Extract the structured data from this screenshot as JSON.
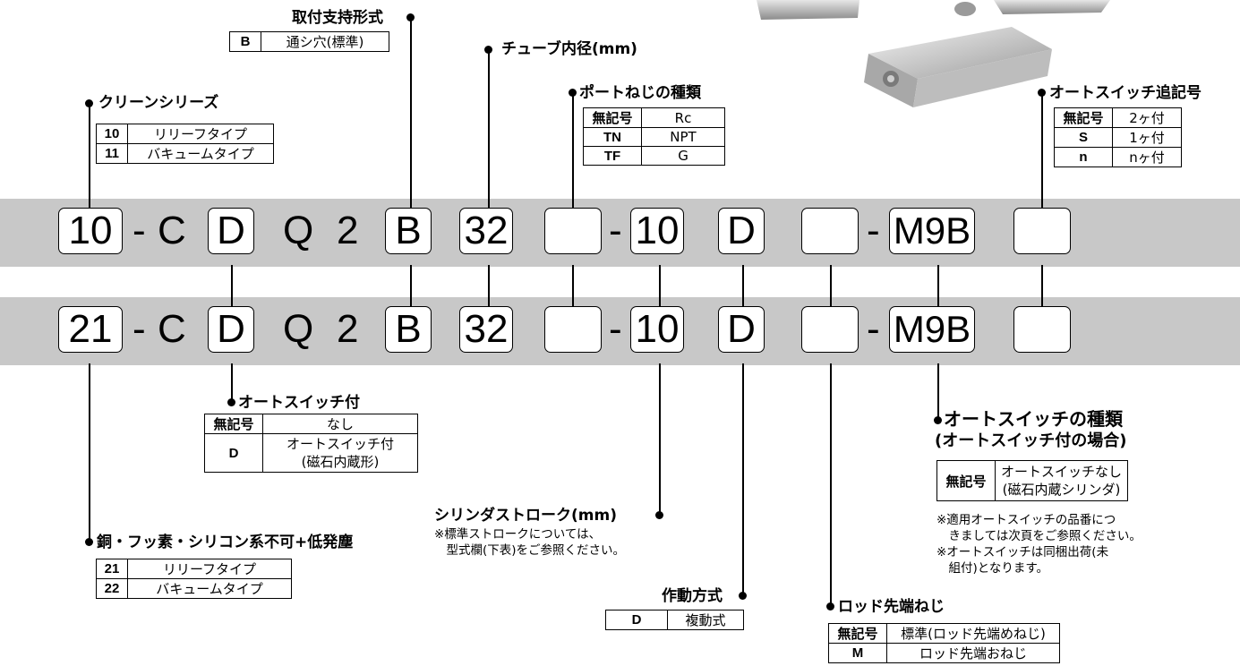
{
  "row1": {
    "prefix": "10",
    "dash1": "-",
    "c": "C",
    "d": "D",
    "q": "Q",
    "two": "2",
    "b": "B",
    "bore": "32",
    "port": "",
    "dash2": "-",
    "stroke": "10",
    "action": "D",
    "rod": "",
    "dash3": "-",
    "switch": "M9B",
    "qty": ""
  },
  "row2": {
    "prefix": "21",
    "dash1": "-",
    "c": "C",
    "d": "D",
    "q": "Q",
    "two": "2",
    "b": "B",
    "bore": "32",
    "port": "",
    "dash2": "-",
    "stroke": "10",
    "action": "D",
    "rod": "",
    "dash3": "-",
    "switch": "M9B",
    "qty": ""
  },
  "mounting": {
    "title": "取付支持形式",
    "rows": [
      {
        "code": "B",
        "desc": "通シ穴(標準)"
      }
    ]
  },
  "bore": {
    "title": "チューブ内径(mm)"
  },
  "clean": {
    "title": "クリーンシリーズ",
    "rows": [
      {
        "code": "10",
        "desc": "リリーフタイプ"
      },
      {
        "code": "11",
        "desc": "バキュームタイプ"
      }
    ]
  },
  "port": {
    "title": "ポートねじの種類",
    "rows": [
      {
        "code": "無記号",
        "desc": "Rc"
      },
      {
        "code": "TN",
        "desc": "NPT"
      },
      {
        "code": "TF",
        "desc": "G"
      }
    ]
  },
  "switch_count": {
    "title": "オートスイッチ追記号",
    "rows": [
      {
        "code": "無記号",
        "desc": "2ヶ付"
      },
      {
        "code": "S",
        "desc": "1ヶ付"
      },
      {
        "code": "n",
        "desc": "nヶ付"
      }
    ]
  },
  "with_switch": {
    "title": "オートスイッチ付",
    "rows": [
      {
        "code": "無記号",
        "desc": "なし"
      },
      {
        "code": "D",
        "desc": "オートスイッチ付",
        "desc2": "(磁石内蔵形)"
      }
    ]
  },
  "switch_type": {
    "title": "オートスイッチの種類",
    "subtitle": "(オートスイッチ付の場合)",
    "rows": [
      {
        "code": "無記号",
        "desc": "オートスイッチなし",
        "desc2": "(磁石内蔵シリンダ)"
      }
    ],
    "notes": [
      "※適用オートスイッチの品番につ",
      "　きましては次頁をご参照ください。",
      "※オートスイッチは同梱出荷(未",
      "　組付)となります。"
    ]
  },
  "stroke": {
    "title": "シリンダストローク(mm)",
    "notes": [
      "※標準ストロークについては、",
      "　型式欄(下表)をご参照ください。"
    ]
  },
  "material": {
    "title": "銅・フッ素・シリコン系不可+低発塵",
    "rows": [
      {
        "code": "21",
        "desc": "リリーフタイプ"
      },
      {
        "code": "22",
        "desc": "バキュームタイプ"
      }
    ]
  },
  "action": {
    "title": "作動方式",
    "rows": [
      {
        "code": "D",
        "desc": "複動式"
      }
    ]
  },
  "rod_end": {
    "title": "ロッド先端ねじ",
    "rows": [
      {
        "code": "無記号",
        "desc": "標準(ロッド先端めねじ)"
      },
      {
        "code": "M",
        "desc": "ロッド先端おねじ"
      }
    ]
  },
  "colors": {
    "band": "#c8c8c8",
    "line": "#000000",
    "box": "#ffffff"
  }
}
